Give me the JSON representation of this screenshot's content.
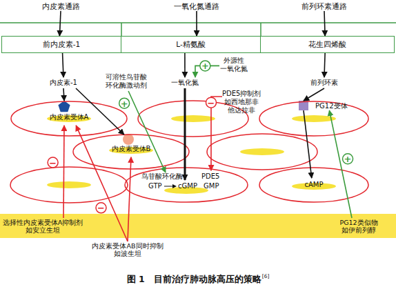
{
  "diagram": {
    "caption": "图 1　目前治疗肺动脉高压的策略",
    "nodes": [
      {
        "text": [
          "内皮素通路"
        ]
      },
      {
        "text": [
          "一氧化氮通路"
        ]
      },
      {
        "text": [
          "前列环素通路"
        ]
      },
      {
        "text": [
          "前内皮素-1"
        ]
      },
      {
        "text": [
          "L-精氨酸"
        ]
      },
      {
        "text": [
          "花生四烯酸"
        ]
      },
      {
        "text": [
          "内皮素-1"
        ]
      },
      {
        "text": [
          "一氧化氮"
        ]
      },
      {
        "text": [
          "前列环素"
        ]
      },
      {
        "text": [
          "可溶性鸟苷酸 环化酶激动剂"
        ]
      },
      {
        "text": [
          "外源性 一氧化氮"
        ]
      },
      {
        "text": [
          "PDE5抑制剂",
          "如西地那非 他达拉非"
        ]
      },
      {
        "text": [
          "内皮素受体A"
        ]
      },
      {
        "text": [
          "内皮素受体B"
        ]
      },
      {
        "text": [
          "PG12受体"
        ]
      },
      {
        "text": [
          "鸟苷酸环化酶",
          "PDE5",
          "GTP",
          "cGMP",
          "GMP"
        ]
      },
      {
        "text": [
          "cAMP"
        ]
      },
      {
        "text": [
          "选择性内皮素受体A抑制剂",
          "如安立生坦"
        ]
      },
      {
        "text": [
          "内皮素受体AB同时抑制",
          "如波生坦"
        ]
      },
      {
        "text": [
          "PG12类似物",
          "如伊前列醇"
        ]
      }
    ],
    "edges": [
      {
        "from": 0,
        "to": 3,
        "arrow": "to"
      },
      {
        "from": 1,
        "to": 4,
        "arrow": "to"
      },
      {
        "from": 2,
        "to": 5,
        "arrow": "to"
      },
      {
        "from": 3,
        "to": 6,
        "arrow": "to"
      },
      {
        "from": 4,
        "to": 7,
        "arrow": "to"
      },
      {
        "from": 5,
        "to": 8,
        "arrow": "to"
      },
      {
        "from": 6,
        "to": 12,
        "arrow": "to"
      },
      {
        "from": 6,
        "to": 13,
        "arrow": "to"
      },
      {
        "from": 7,
        "to": 15,
        "arrow": "to"
      },
      {
        "from": 10,
        "to": 7,
        "label": "+",
        "arrow": "to"
      },
      {
        "from": 9,
        "to": 15,
        "label": "+",
        "arrow": "to"
      },
      {
        "from": 11,
        "to": 15,
        "label": "−",
        "arrow": "to"
      },
      {
        "from": 8,
        "to": 14,
        "arrow": "to"
      },
      {
        "from": 14,
        "to": 16,
        "arrow": "to"
      },
      {
        "from": 19,
        "to": 14,
        "label": "+",
        "arrow": "to"
      },
      {
        "from": 17,
        "to": 12,
        "label": "−",
        "arrow": "to"
      },
      {
        "from": 18,
        "to": 12,
        "arrow": "to"
      },
      {
        "from": 18,
        "to": 13,
        "label": "−",
        "arrow": "to"
      }
    ],
    "labels": [
      "[6]"
    ]
  }
}
